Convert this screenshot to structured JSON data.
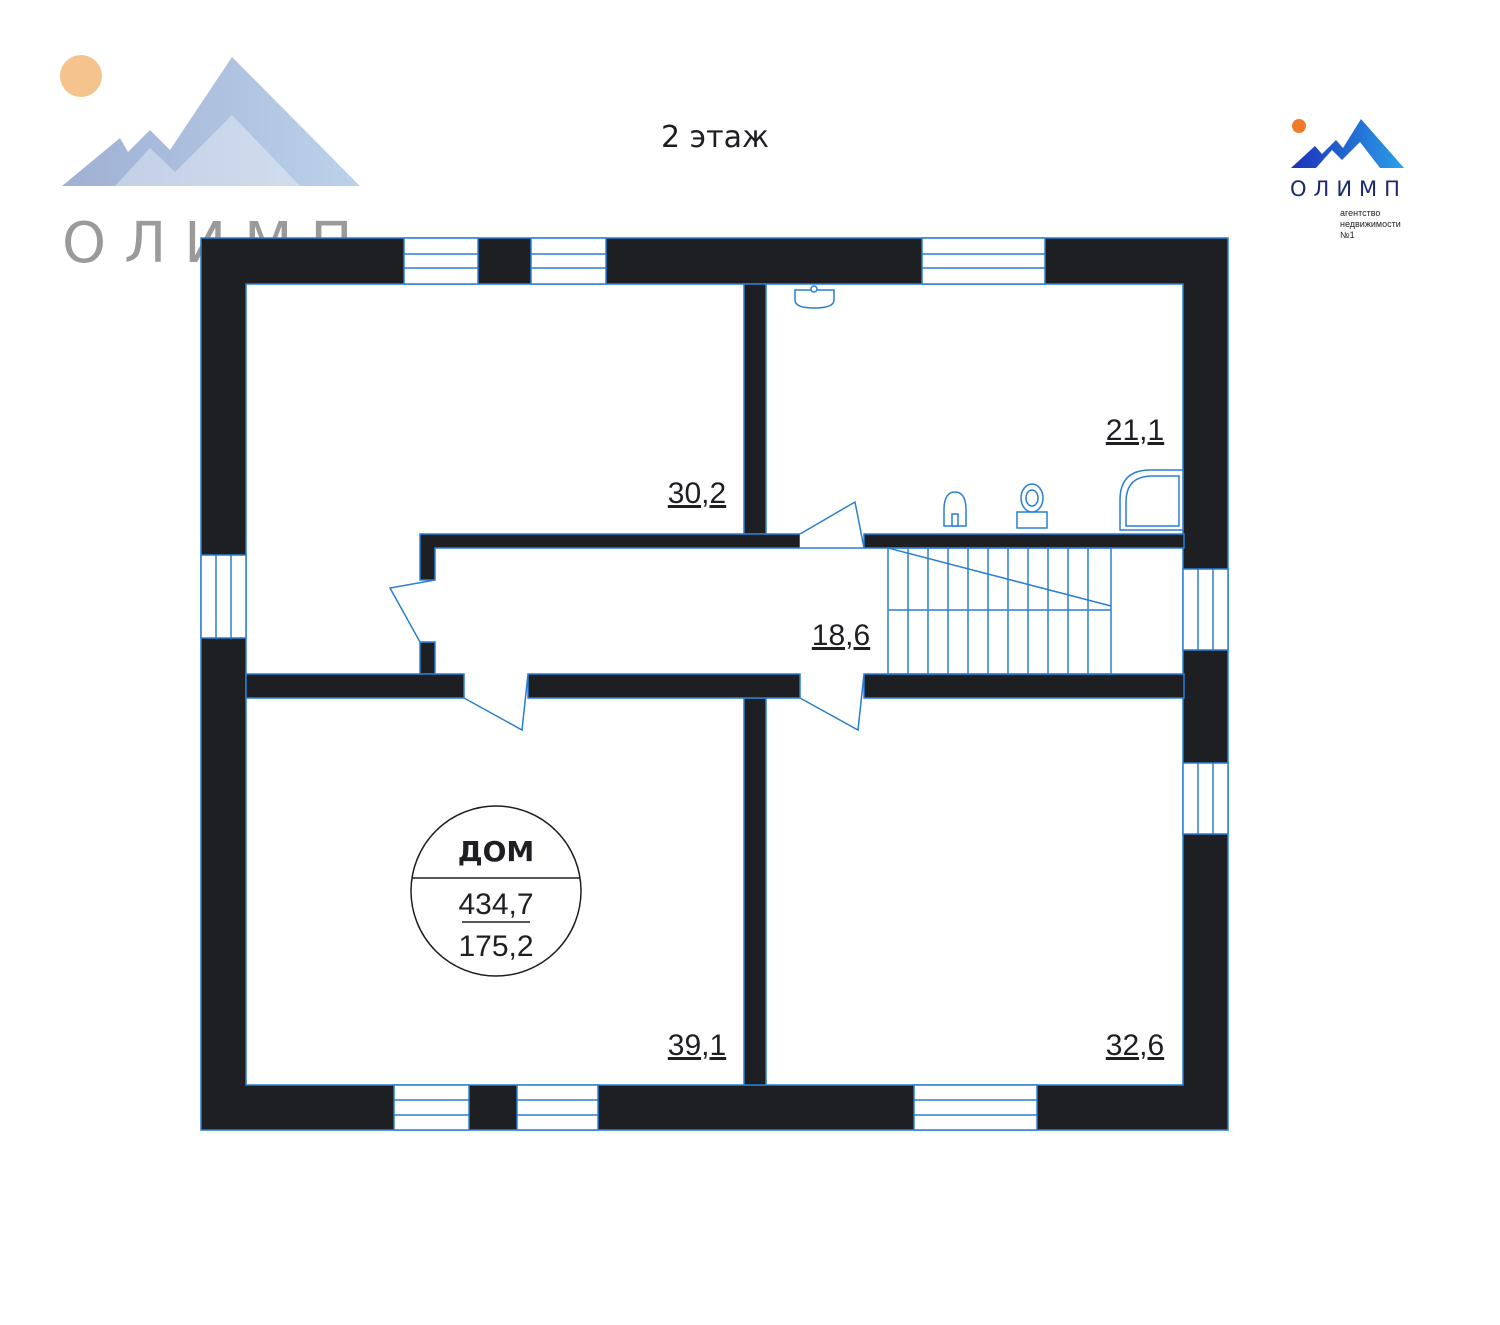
{
  "header": {
    "floor_label": "2 этаж"
  },
  "watermark": {
    "brand": "ОЛИМП"
  },
  "logo": {
    "brand": "ОЛИМП",
    "tagline_line1": "агентство",
    "tagline_line2": "недвижимости",
    "tagline_line3": "№1"
  },
  "rooms": [
    {
      "id": "nw",
      "area": "30,2"
    },
    {
      "id": "ne",
      "area": "21,1"
    },
    {
      "id": "hall",
      "area": "18,6"
    },
    {
      "id": "sw",
      "area": "39,1"
    },
    {
      "id": "se",
      "area": "32,6"
    }
  ],
  "house_badge": {
    "title": "ДОМ",
    "total_area": "434,7",
    "floor_area": "175,2"
  },
  "colors": {
    "wall": "#1d1f23",
    "outline": "#2a7fd4",
    "sun": "#f5b97a",
    "mountain_light": "#b6cbe6",
    "mountain_dark": "#9fb0d4",
    "watermark_text": "#9a9a9a"
  }
}
